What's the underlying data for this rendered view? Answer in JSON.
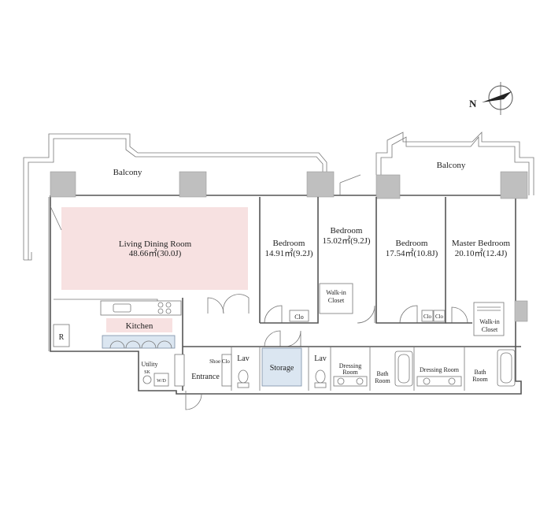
{
  "colors": {
    "highlight_pink": "#f7e1e1",
    "storage_blue": "#dfe8f2",
    "wall": "#555555",
    "column": "#bfbfbf"
  },
  "compass": {
    "icon": "north-arrow-icon",
    "label": "N"
  },
  "labels": {
    "balcony_left": "Balcony",
    "balcony_right": "Balcony",
    "living_name": "Living Dining Room",
    "living_area": "48.66㎡(30.0J)",
    "bedroom1_name": "Bedroom",
    "bedroom1_area": "14.91㎡(9.2J)",
    "bedroom2_name": "Bedroom",
    "bedroom2_area": "15.02㎡(9.2J)",
    "bedroom3_name": "Bedroom",
    "bedroom3_area": "17.54㎡(10.8J)",
    "master_name": "Master Bedroom",
    "master_area": "20.10㎡(12.4J)",
    "kitchen": "Kitchen",
    "refrigerator": "R",
    "utility": "Utility",
    "sk": "SK",
    "wd": "W/D",
    "entrance": "Entrance",
    "shoe_clo": "Shoe Clo",
    "lav1": "Lav",
    "lav2": "Lav",
    "storage": "Storage",
    "walkin1_line1": "Walk-in",
    "walkin1_line2": "Closet",
    "walkin2_line1": "Walk-in",
    "walkin2_line2": "Closet",
    "clo1": "Clo",
    "clo2": "Clo",
    "clo3": "Clo",
    "dressing1_line1": "Dressing",
    "dressing1_line2": "Room",
    "bath1_line1": "Bath",
    "bath1_line2": "Room",
    "dressing2": "Dressing Room",
    "bath2_line1": "Bath",
    "bath2_line2": "Room"
  }
}
